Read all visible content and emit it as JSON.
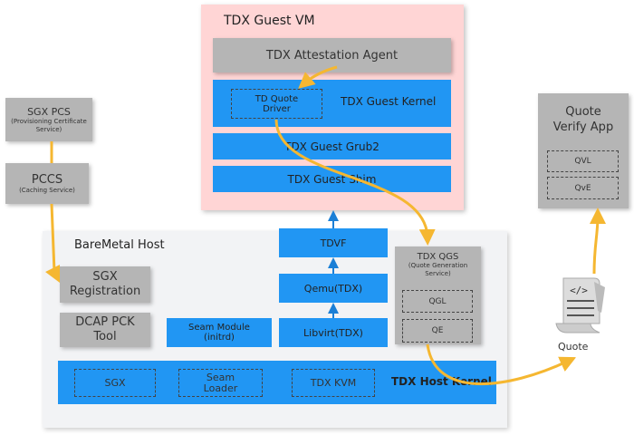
{
  "guest_vm": {
    "title": "TDX Guest VM",
    "attestation_agent": "TDX Attestation Agent",
    "guest_kernel": "TDX Guest  Kernel",
    "td_quote_driver": "TD Quote Driver",
    "grub2": "TDX Guest Grub2",
    "shim": "TDX Guest Shim"
  },
  "host": {
    "title": "BareMetal Host",
    "sgx_registration": "SGX Registration",
    "dcap_pck_tool": "DCAP PCK Tool",
    "seam_module": "Seam Module",
    "seam_module_sub": "(initrd)",
    "tdvf": "TDVF",
    "qemu": "Qemu(TDX)",
    "libvirt": "Libvirt(TDX)",
    "qgs_title": "TDX QGS",
    "qgs_sub": "(Quote Generation Service)",
    "qgl": "QGL",
    "qe": "QE",
    "host_kernel": "TDX Host  Kernel",
    "sgx": "SGX",
    "seam_loader": "Seam Loader",
    "tdx_kvm": "TDX KVM"
  },
  "sgx_pcs": {
    "title": "SGX PCS",
    "sub": "(Provisioning Certificate Service)"
  },
  "pccs": {
    "title": "PCCS",
    "sub": "(Caching Service)"
  },
  "quote_verify": {
    "title": "Quote Verify App",
    "qvl": "QVL",
    "qve": "QvE"
  },
  "quote": {
    "label": "Quote",
    "icon": "code-document-icon"
  },
  "colors": {
    "blue": "#2196f3",
    "gray": "#b5b5b5",
    "pink": "#ffd5d5",
    "arrow": "#f5b731"
  }
}
